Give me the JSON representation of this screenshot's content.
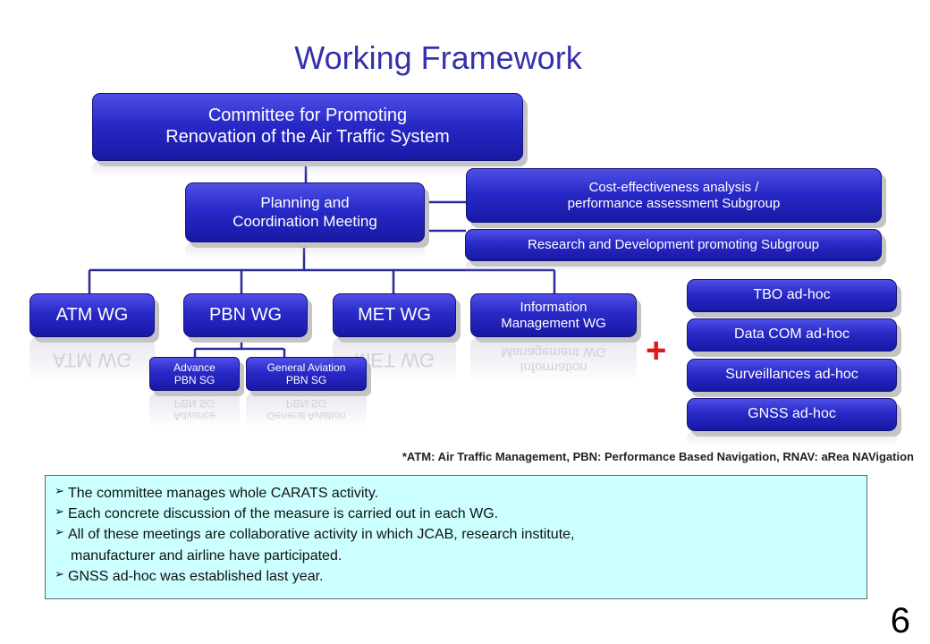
{
  "title": "Working Framework",
  "committee": {
    "line1": "Committee for Promoting",
    "line2": "Renovation of the Air Traffic System"
  },
  "planning": {
    "line1": "Planning and",
    "line2": "Coordination Meeting"
  },
  "subgroups": {
    "cost_line1": "Cost-effectiveness analysis /",
    "cost_line2": "performance assessment Subgroup",
    "research": "Research and Development promoting Subgroup"
  },
  "working_groups": {
    "atm": "ATM WG",
    "pbn": "PBN WG",
    "met": "MET WG",
    "info_line1": "Information",
    "info_line2": "Management WG"
  },
  "pbn_subgroups": {
    "advance_line1": "Advance",
    "advance_line2": "PBN SG",
    "ga_line1": "General Aviation",
    "ga_line2": "PBN SG"
  },
  "adhoc": {
    "tbo": "TBO ad-hoc",
    "datacom": "Data COM ad-hoc",
    "surveillance": "Surveillances ad-hoc",
    "gnss": "GNSS ad-hoc"
  },
  "plus_sign": "+",
  "footnote": "*ATM: Air Traffic Management, PBN: Performance Based Navigation, RNAV: aRea NAVigation",
  "notes": [
    "The committee manages whole CARATS activity.",
    "Each concrete discussion of the measure is carried out in each WG.",
    "All of these meetings are collaborative activity in which JCAB, research institute,",
    "manufacturer and airline have participated.",
    "GNSS ad-hoc was established last year."
  ],
  "page_number": "6",
  "colors": {
    "title": "#3333aa",
    "box_fill": "#2929c8",
    "plus": "#e01818",
    "notes_bg": "#ccffff"
  }
}
